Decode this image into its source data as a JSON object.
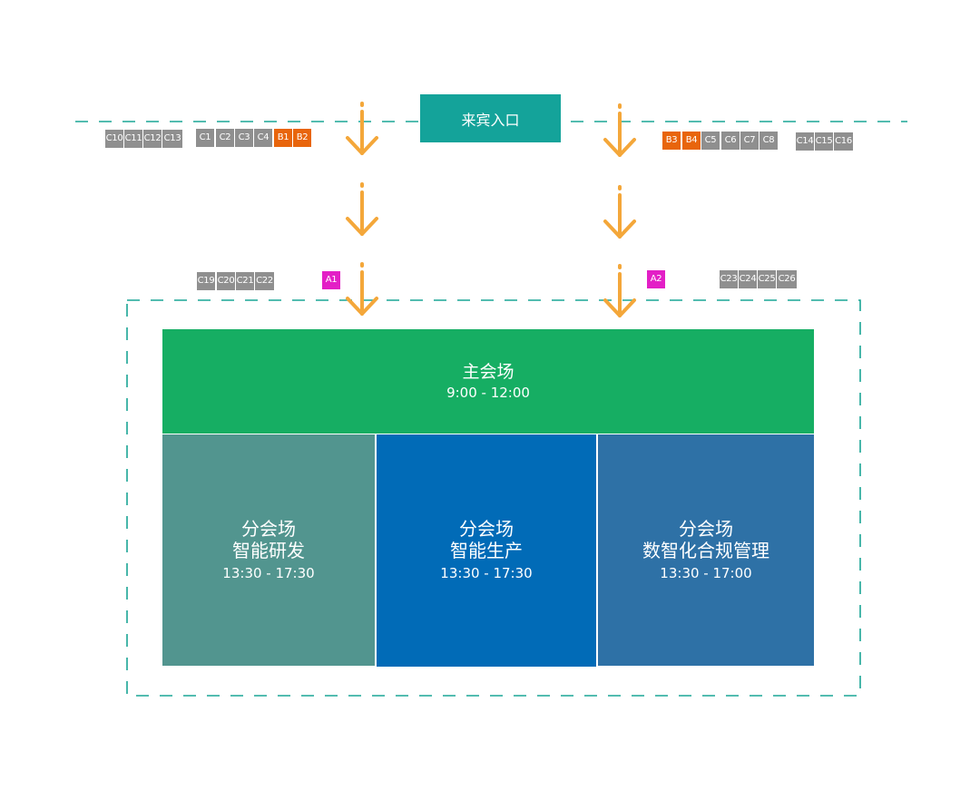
{
  "entrance": {
    "label": "来宾入口"
  },
  "colors": {
    "gray_booth": "#8f8f8f",
    "orange_booth": "#e8650c",
    "magenta_booth": "#e31fc6",
    "dash_line": "#1aa595",
    "arrow": "#f4a73a"
  },
  "booths": {
    "left_outer": [
      "C10",
      "C11",
      "C12",
      "C13"
    ],
    "left_inner": [
      "C1",
      "C2",
      "C3",
      "C4"
    ],
    "left_highlight": [
      "B1",
      "B2"
    ],
    "right_highlight": [
      "B3",
      "B4"
    ],
    "right_inner": [
      "C5",
      "C6",
      "C7",
      "C8"
    ],
    "right_outer": [
      "C14",
      "C15",
      "C16"
    ],
    "lower_left": [
      "C19",
      "C20",
      "C21",
      "C22"
    ],
    "lower_right": [
      "C23",
      "C24",
      "C25",
      "C26"
    ],
    "a1": "A1",
    "a2": "A2"
  },
  "halls": {
    "main": {
      "name": "主会场",
      "time": "9:00 - 12:00"
    },
    "sub1": {
      "name": "分会场",
      "topic": "智能研发",
      "time": "13:30 - 17:30"
    },
    "sub2": {
      "name": "分会场",
      "topic": "智能生产",
      "time": "13:30 - 17:30"
    },
    "sub3": {
      "name": "分会场",
      "topic": "数智化合规管理",
      "time": "13:30 - 17:00"
    }
  }
}
